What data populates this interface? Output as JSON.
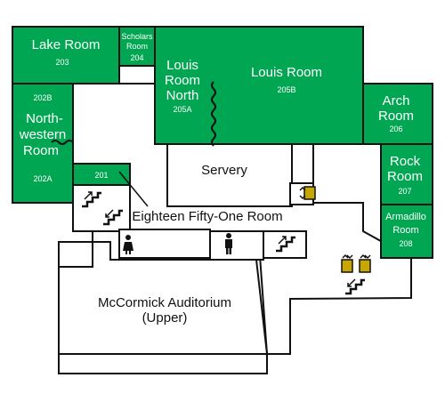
{
  "map": {
    "colors": {
      "room": "#00a651",
      "wall": "#111111",
      "background": "#ffffff",
      "icon_fill": "#c8a800"
    },
    "rooms": {
      "lake": {
        "name": "Lake Room",
        "number": "203"
      },
      "scholars": {
        "name_line1": "Scholars",
        "name_line2": "Room",
        "number": "204"
      },
      "louis_north": {
        "line1": "Louis",
        "line2": "Room",
        "line3": "North",
        "number": "205A"
      },
      "louis": {
        "name": "Louis Room",
        "number": "205B"
      },
      "northwestern": {
        "number_top": "202B",
        "line1": "North-",
        "line2": "western",
        "line3": "Room",
        "number": "202A"
      },
      "arch": {
        "line1": "Arch",
        "line2": "Room",
        "number": "206"
      },
      "rock": {
        "line1": "Rock",
        "line2": "Room",
        "number": "207"
      },
      "armadillo": {
        "line1": "Armadillo",
        "line2": "Room",
        "number": "208"
      },
      "r201": {
        "number": "201"
      }
    },
    "areas": {
      "servery": "Servery",
      "eighteen": "Eighteen Fifty-One Room",
      "auditorium_line1": "McCormick Auditorium",
      "auditorium_line2": "(Upper)"
    },
    "icons": [
      "stairs-icon",
      "elevator-icon",
      "restroom-women-icon",
      "restroom-men-icon",
      "partition-wall-icon"
    ]
  }
}
